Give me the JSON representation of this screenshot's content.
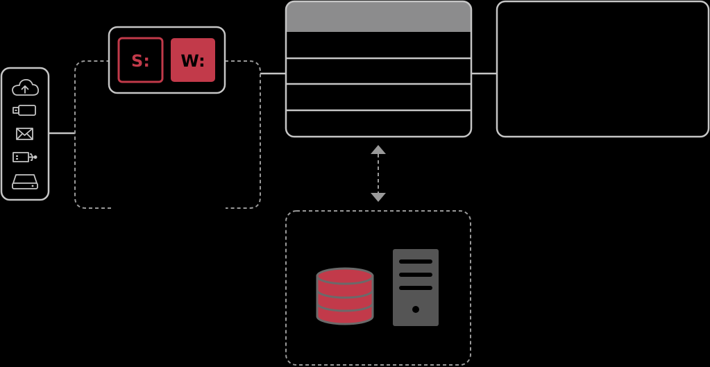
{
  "colors": {
    "background": "#000000",
    "outline": "#c6c6c6",
    "dashed": "#9a9a9a",
    "accent_red": "#c23a4a",
    "header_gray": "#8c8c8d",
    "server_gray": "#555555",
    "database_rim": "#6a6a6a"
  },
  "source_devices": {
    "icons": [
      "cloud-upload-icon",
      "usb-drive-icon",
      "email-icon",
      "usb-connector-icon",
      "hard-drive-icon"
    ]
  },
  "drives": {
    "s_label": "S:",
    "w_label": "W:"
  },
  "list_panel": {
    "row_count": 4
  },
  "storage": {
    "icons": [
      "database-icon",
      "server-tower-icon"
    ]
  }
}
